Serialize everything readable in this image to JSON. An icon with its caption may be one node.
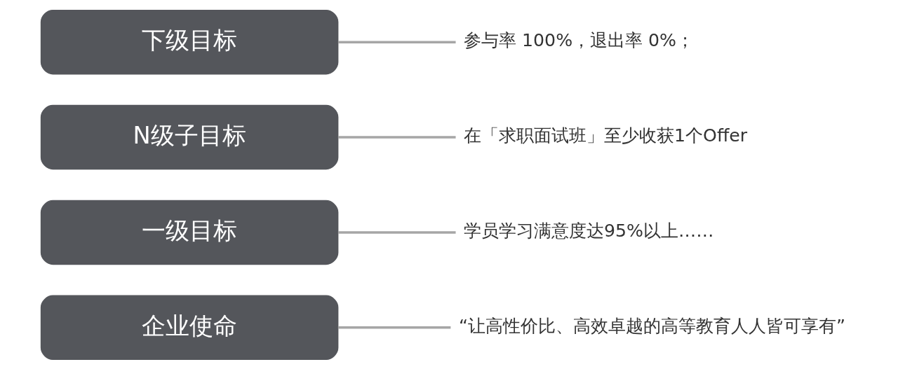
{
  "diagram": {
    "nodes": [
      {
        "text": [
          "企业使命"
        ]
      },
      {
        "text": [
          "一级目标"
        ]
      },
      {
        "text": [
          "N级子目标"
        ]
      },
      {
        "text": [
          "下级目标"
        ]
      },
      {
        "text": [
          "“让高性价比、高效卓越的高等教育人人皆可享有”"
        ]
      },
      {
        "text": [
          "学员学习满意度达95%以上……"
        ]
      },
      {
        "text": [
          "在「求职面试班」至少收获1个Offer"
        ]
      },
      {
        "text": [
          "参与率 100%，退出率 0%；"
        ]
      }
    ],
    "edges": [
      {
        "from": 0,
        "to": 4,
        "arrow": "none"
      },
      {
        "from": 1,
        "to": 5,
        "arrow": "none"
      },
      {
        "from": 2,
        "to": 6,
        "arrow": "none"
      },
      {
        "from": 3,
        "to": 7,
        "arrow": "none"
      }
    ]
  }
}
